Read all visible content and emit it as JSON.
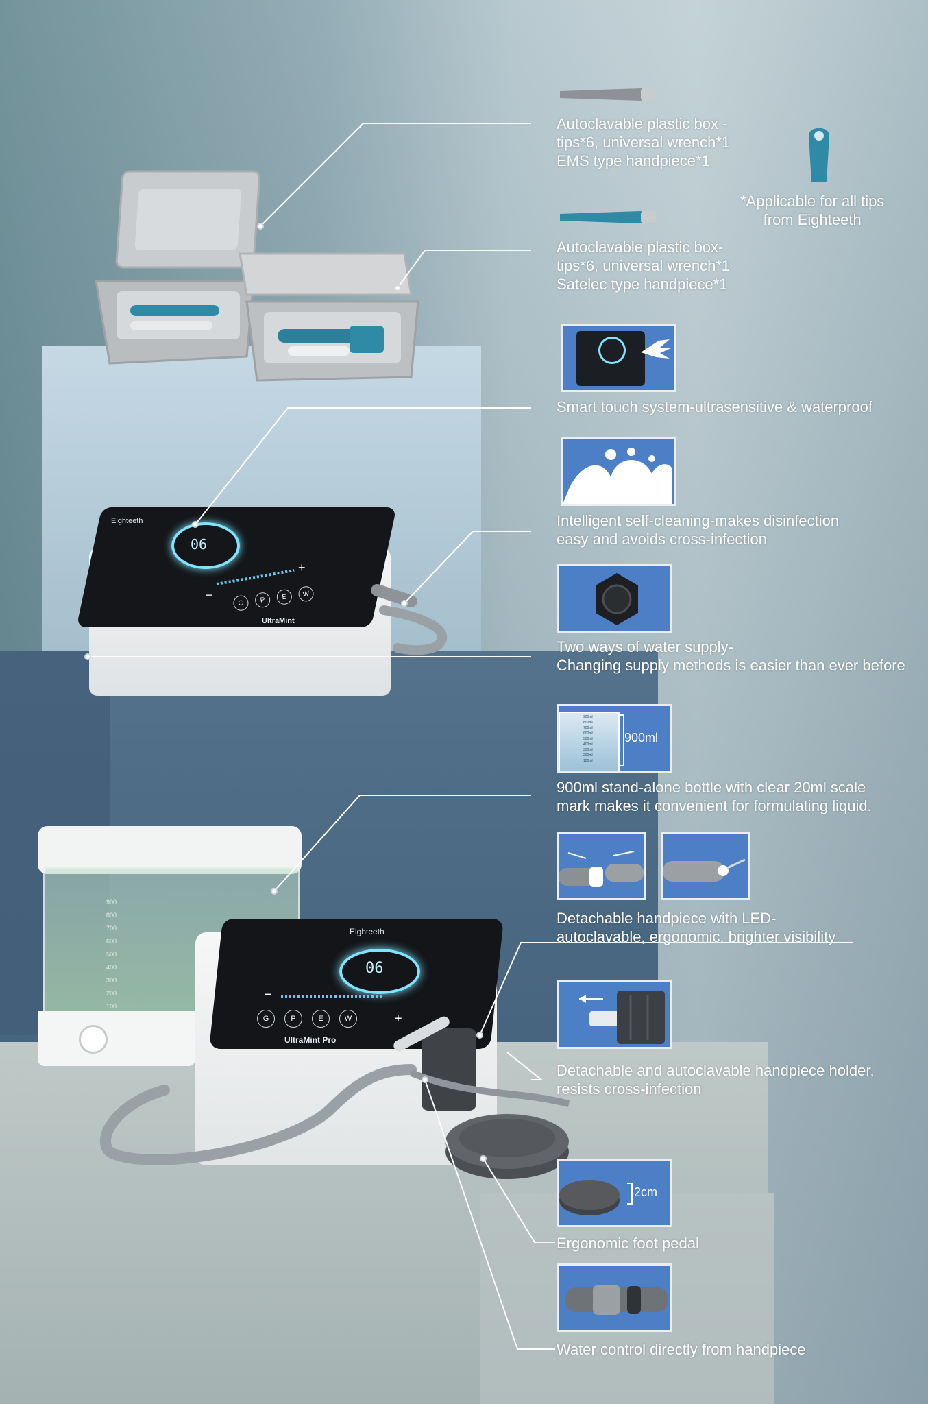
{
  "captions": {
    "plastic_box_ems": "Autoclavable plastic box -\ntips*6, universal wrench*1\nEMS type handpiece*1",
    "applicable_note": "*Applicable for all tips\nfrom Eighteeth",
    "plastic_box_satelec": "Autoclavable plastic box-\ntips*6, universal wrench*1\nSatelec type handpiece*1",
    "smart_touch": "Smart touch system-ultrasensitive & waterproof",
    "self_cleaning": "Intelligent self-cleaning-makes disinfection\neasy and avoids cross-infection",
    "water_supply": "Two ways of water supply-\nChanging supply methods is easier than ever before",
    "bottle": "900ml stand-alone bottle with clear 20ml scale\nmark makes it convenient for formulating liquid.",
    "detachable_handpiece": "Detachable handpiece with LED-\nautoclavable, ergonomic, brighter visibility",
    "handpiece_holder": "Detachable and autoclavable handpiece holder,\nresists cross-infection",
    "foot_pedal": "Ergonomic foot pedal",
    "water_control": "Water control directly from handpiece"
  },
  "thumb_labels": {
    "bottle_volume": "900ml",
    "pedal_height": "2cm"
  },
  "bottle_scale": [
    "900ml",
    "800ml",
    "700ml",
    "600ml",
    "500ml",
    "400ml",
    "300ml",
    "200ml",
    "100ml"
  ],
  "tank_scale": [
    "900",
    "800",
    "700",
    "600",
    "500",
    "400",
    "300",
    "200",
    "100"
  ],
  "device_top": {
    "brand": "Eighteeth",
    "display": "06",
    "model": "UltraMint",
    "buttons": [
      "G",
      "P",
      "E",
      "W"
    ],
    "minus": "−",
    "plus": "+"
  },
  "device_bottom": {
    "brand": "Eighteeth",
    "display": "06",
    "model": "UltraMint Pro",
    "buttons": [
      "G",
      "P",
      "E",
      "W"
    ],
    "minus": "−",
    "plus": "+"
  },
  "colors": {
    "thumb_blue": "#4c7fc5",
    "thumb_border": "#e9eef3",
    "caption_text": "#ffffff",
    "accent_teal": "#2aa9c8",
    "glow_cyan": "#7fe4ff"
  }
}
